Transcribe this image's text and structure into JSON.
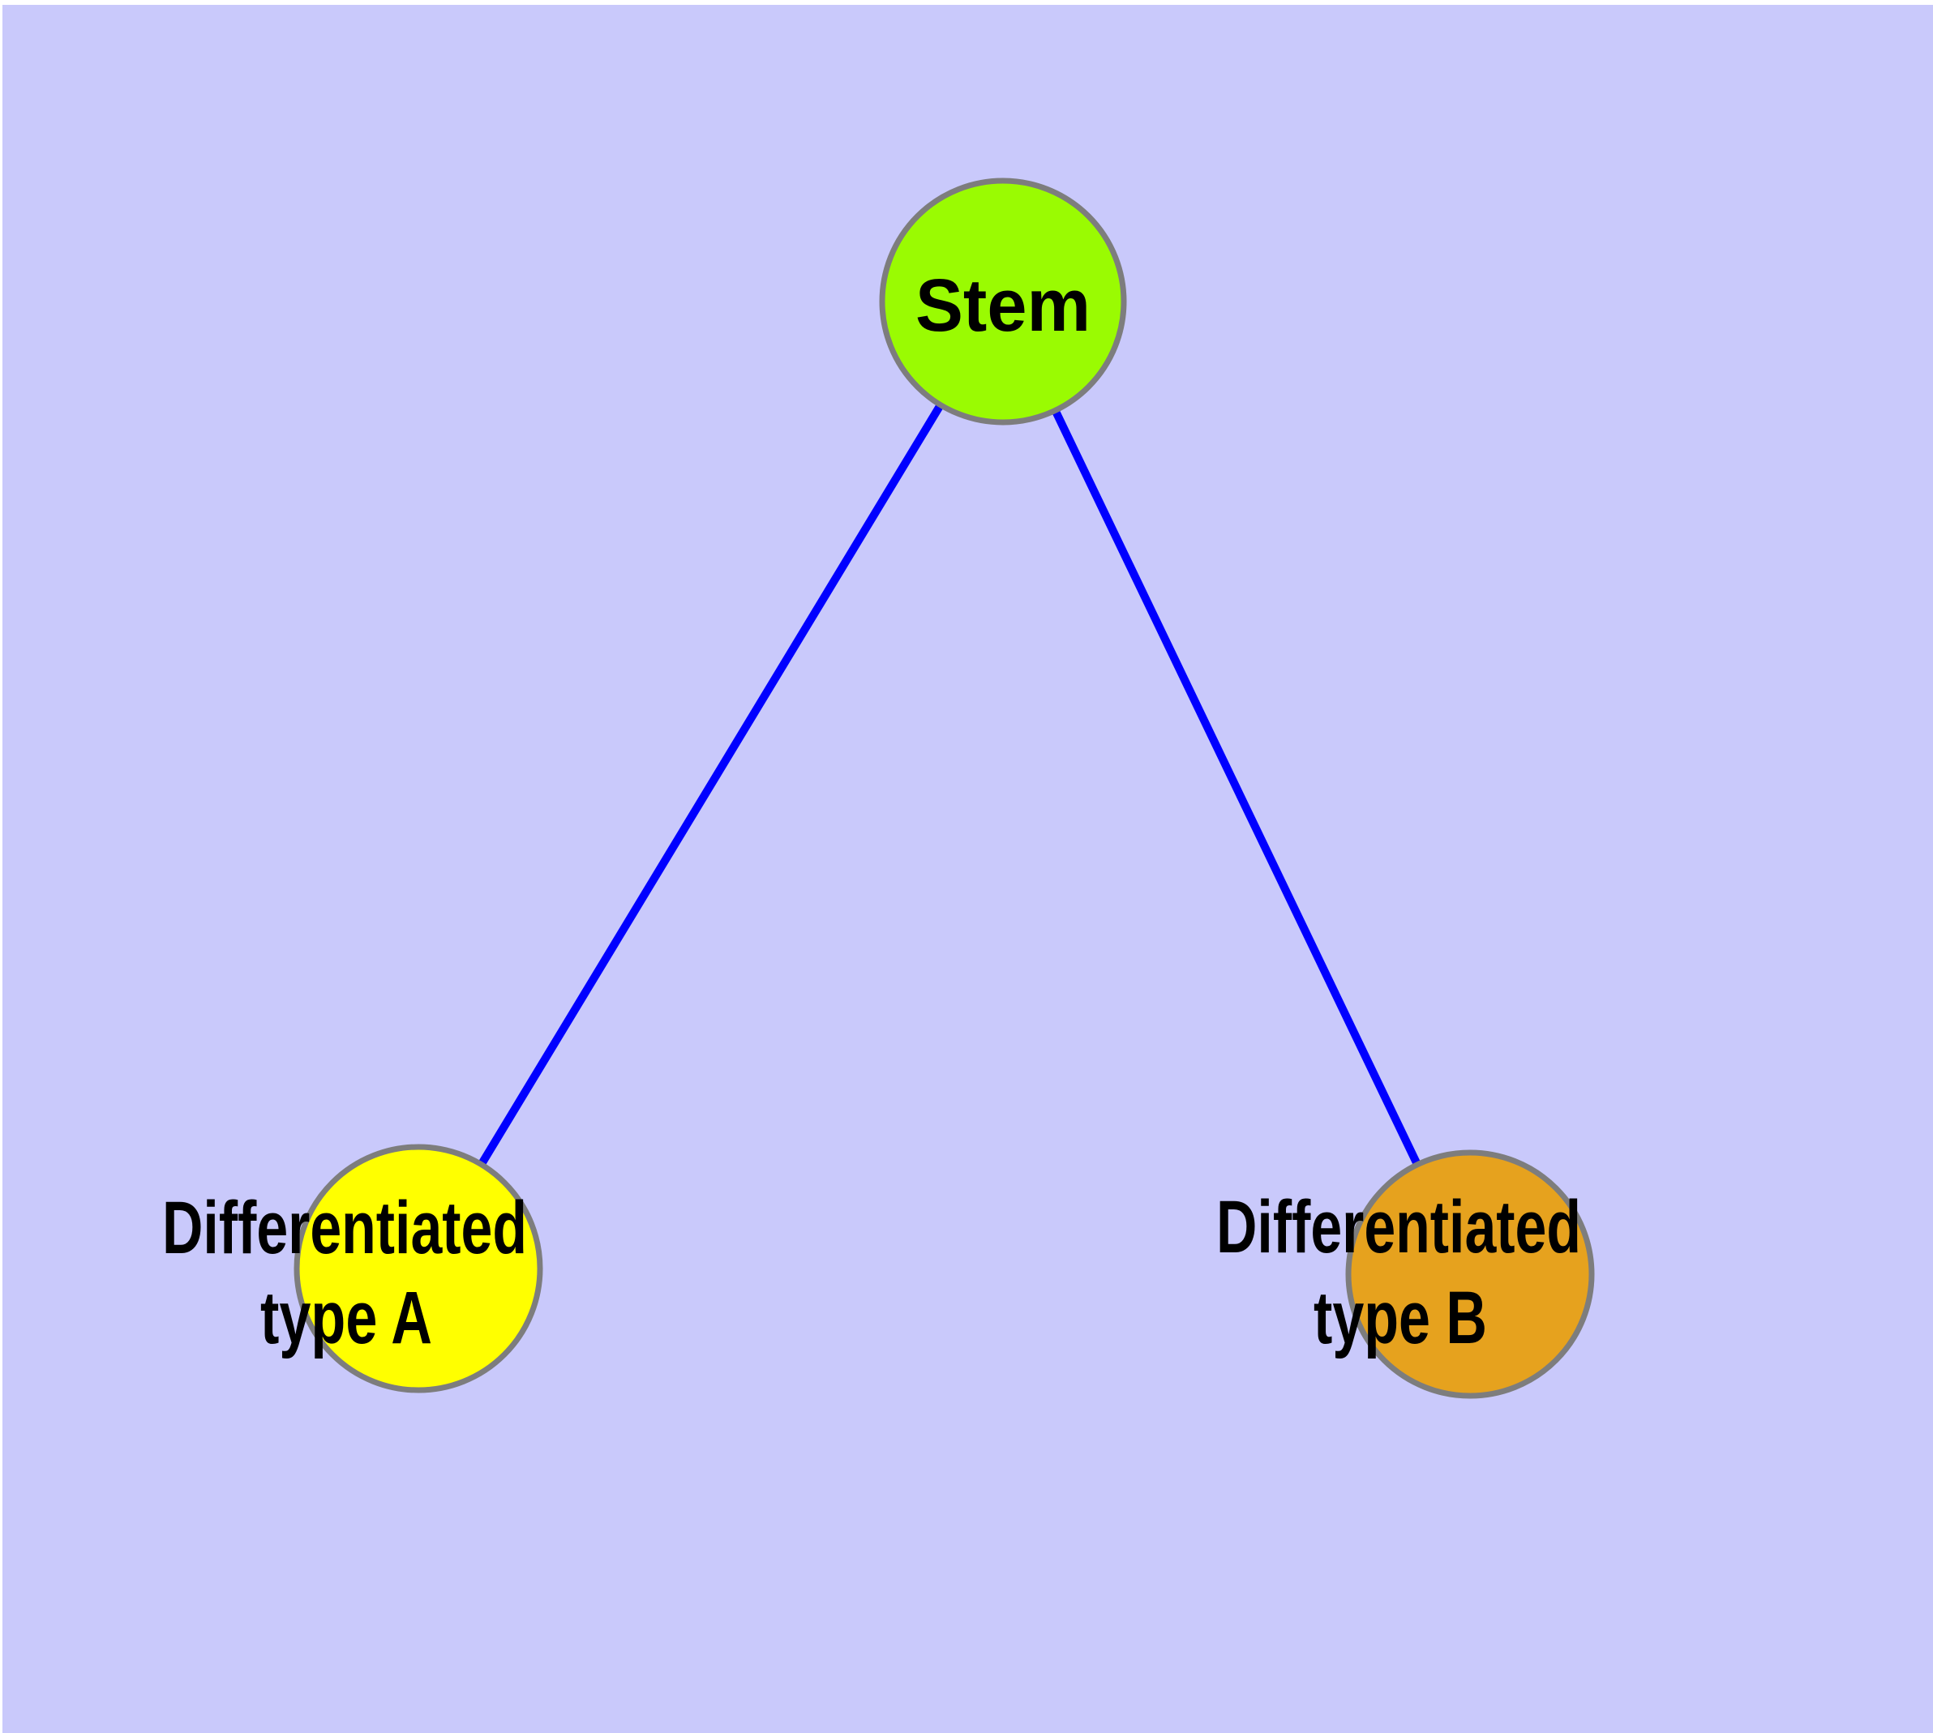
{
  "diagram": {
    "background_color": "#C9C9FB",
    "outer_margin_color": "#FFFFFF",
    "edge_color": "#0000FF",
    "node_border_color": "#7D7D7D",
    "label_color": "#000000",
    "nodes": {
      "stem": {
        "label": "Stem",
        "color": "#9AFB02"
      },
      "type_a": {
        "label_line1": "Differentiated",
        "label_line2": "type A",
        "color": "#FFFF00"
      },
      "type_b": {
        "label_line1": "Differentiated",
        "label_line2": "type B",
        "color": "#E6A21E"
      }
    },
    "edges": [
      {
        "from": "Stem",
        "to": "Differentiated type A"
      },
      {
        "from": "Stem",
        "to": "Differentiated type B"
      }
    ]
  }
}
